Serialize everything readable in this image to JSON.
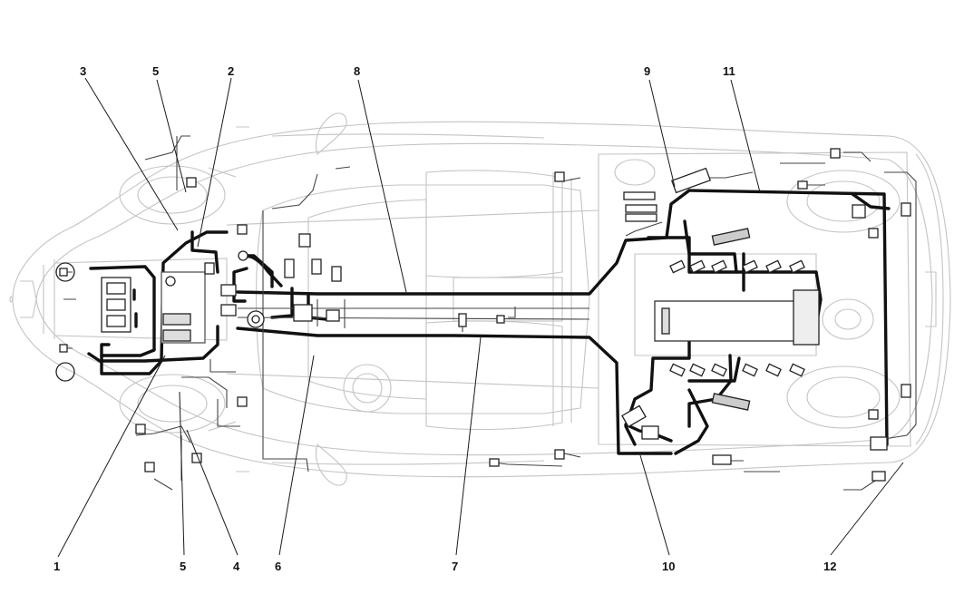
{
  "callouts": {
    "top": [
      "3",
      "5",
      "2",
      "8",
      "9",
      "11"
    ],
    "bottom": [
      "1",
      "5",
      "4",
      "6",
      "7",
      "10",
      "12"
    ]
  },
  "colors": {
    "outline": "#c4c4c4",
    "harness": "#111111",
    "leader": "#1a1a1a",
    "component": "#444444"
  }
}
